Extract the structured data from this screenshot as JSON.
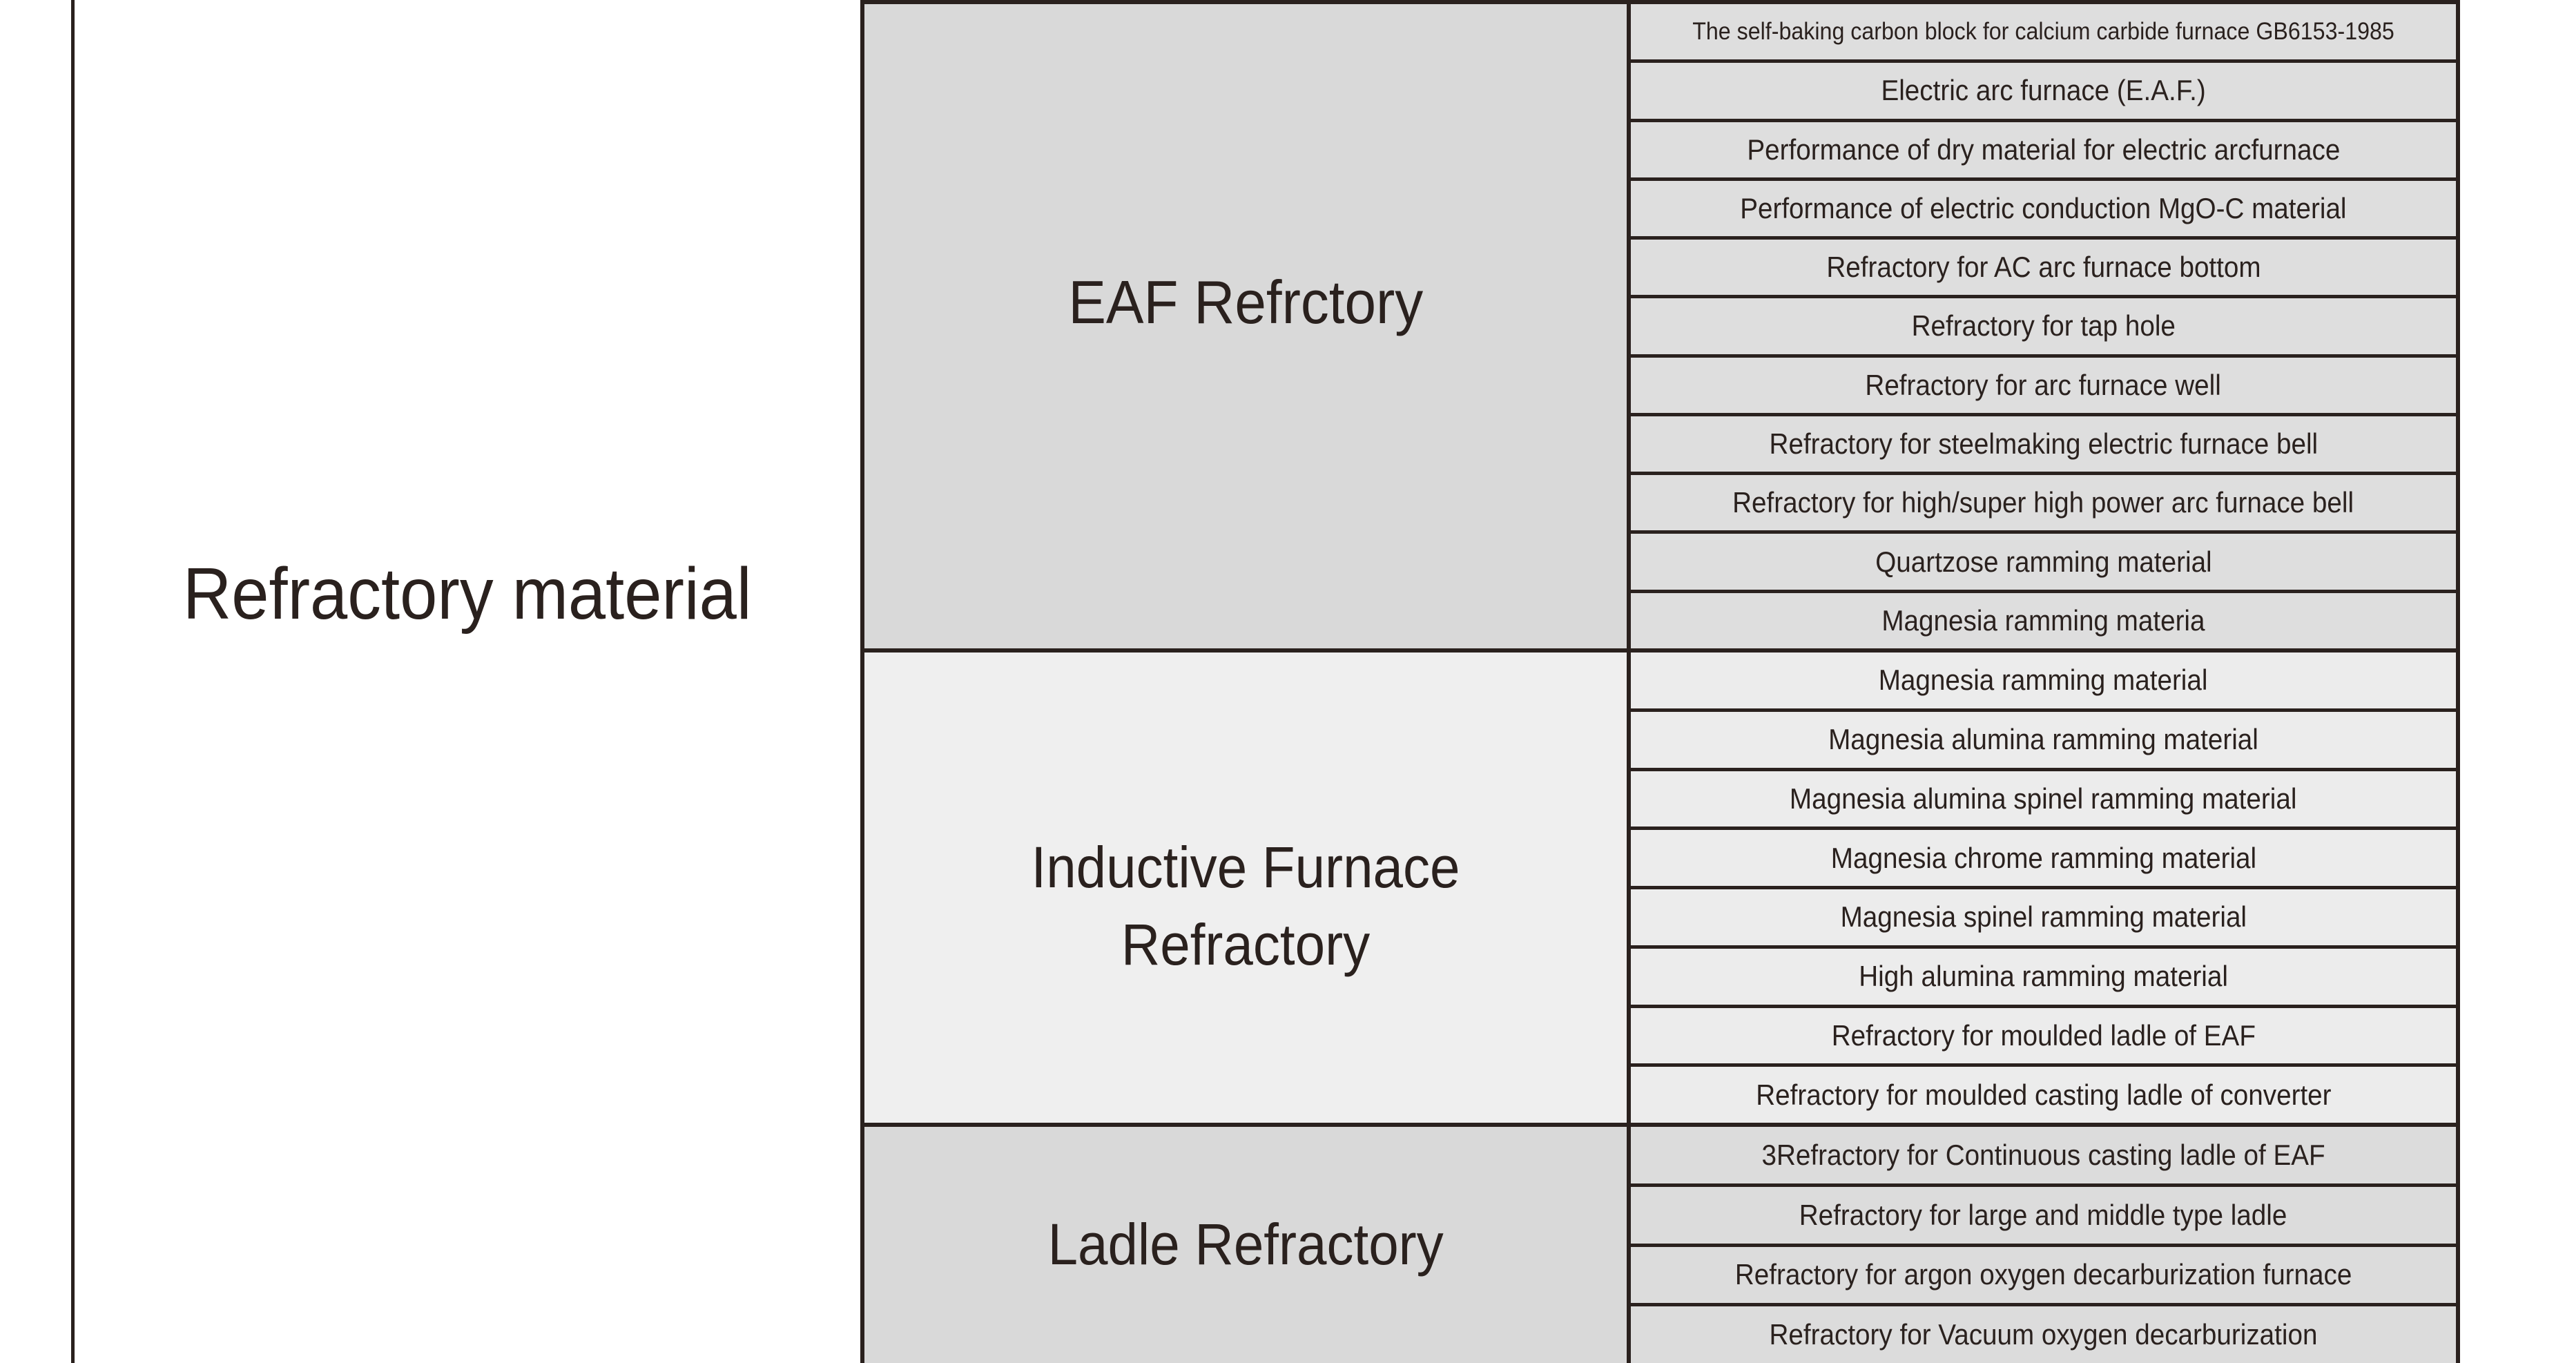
{
  "root": {
    "label": "Refractory material"
  },
  "sections": [
    {
      "label": "EAF Refrctory",
      "items": [
        "The self-baking carbon block for calcium carbide furnace GB6153-1985",
        "Electric arc furnace (E.A.F.)",
        "Performance of dry material for electric arcfurnace",
        "Performance of electric conduction MgO-C material",
        "Refractory for AC arc furnace bottom",
        "Refractory for tap hole",
        "Refractory for arc furnace well",
        "Refractory for steelmaking electric furnace bell",
        "Refractory for high/super high power arc furnace bell",
        "Quartzose ramming material",
        "Magnesia ramming materia"
      ]
    },
    {
      "label": "Inductive Furnace Refractory",
      "items": [
        "Magnesia ramming material",
        "Magnesia alumina ramming material",
        "Magnesia alumina spinel ramming material",
        "Magnesia chrome ramming material",
        "Magnesia spinel ramming material",
        "High alumina ramming material",
        "Refractory for moulded ladle of EAF",
        "Refractory for moulded casting ladle of converter"
      ]
    },
    {
      "label": "Ladle Refractory",
      "items": [
        "3Refractory for Continuous casting ladle of EAF",
        "Refractory for large and middle type ladle",
        "Refractory for argon oxygen decarburization furnace",
        "Refractory for Vacuum oxygen decarburization"
      ]
    }
  ],
  "colors": {
    "line": "#2a211e",
    "text": "#2a211e",
    "section_eaf_bg": "#d9d9d9",
    "section_eaf_row_bg": "#dedede",
    "section_inductive_bg": "#efefef",
    "section_inductive_row_bg": "#ececec",
    "section_ladle_bg": "#d9d9d9",
    "section_ladle_row_bg": "#dcdcdc",
    "page_bg": "#ffffff"
  }
}
